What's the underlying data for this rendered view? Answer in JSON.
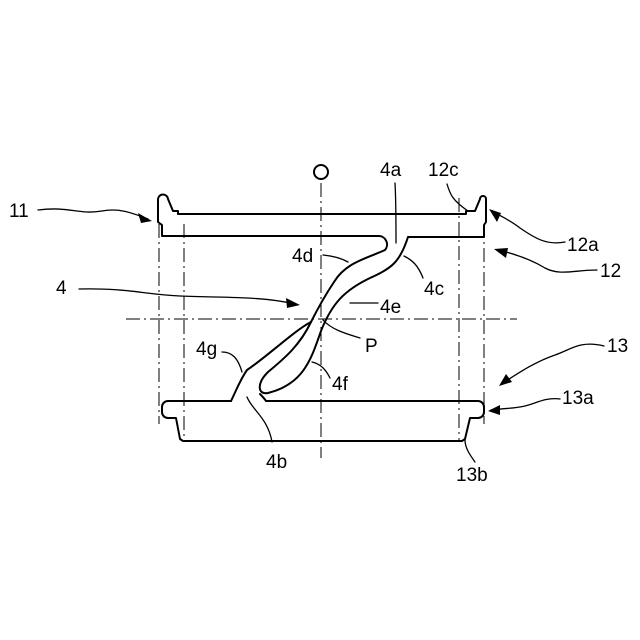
{
  "labels": {
    "l11": "11",
    "l12": "12",
    "l12a": "12a",
    "l12c": "12c",
    "l13": "13",
    "l13a": "13a",
    "l13b": "13b",
    "l4": "4",
    "l4a": "4a",
    "l4b": "4b",
    "l4c": "4c",
    "l4d": "4d",
    "l4e": "4e",
    "l4f": "4f",
    "l4g": "4g",
    "lP": "P"
  }
}
